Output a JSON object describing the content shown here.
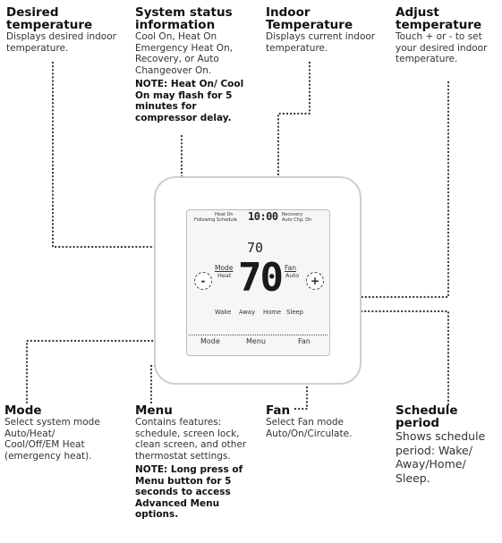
{
  "callouts": {
    "desired_temperature": {
      "title": "Desired temperature",
      "desc": "Displays desired indoor temperature."
    },
    "system_status": {
      "title": "System status information",
      "desc": "Cool On, Heat On Emergency Heat On, Recovery, or Auto Changeover On.",
      "note": "NOTE: Heat On/ Cool On may flash for 5 minutes for compressor delay."
    },
    "indoor_temperature": {
      "title": "Indoor Temperature",
      "desc": "Displays current indoor temperature."
    },
    "adjust_temperature": {
      "title": "Adjust temperature",
      "desc": "Touch + or - to set your desired indoor temperature."
    },
    "mode": {
      "title": "Mode",
      "desc": "Select system mode Auto/Heat/ Cool/Off/EM Heat (emergency heat)."
    },
    "menu": {
      "title": "Menu",
      "desc": "Contains features: schedule, screen lock, clean screen, and other thermostat settings.",
      "note": "NOTE: Long press of Menu button for 5 seconds to access Advanced Menu options."
    },
    "fan": {
      "title": "Fan",
      "desc": "Select Fan mode Auto/On/Circulate."
    },
    "schedule_period": {
      "title": "Schedule period",
      "desc": "Shows schedule period: Wake/ Away/Home/ Sleep."
    }
  },
  "display": {
    "heat_on": "Heat On",
    "following_schedule": "Following Schedule",
    "clock": "10:00",
    "recovery": "Recovery",
    "auto_chg_on": "Auto Chg. On",
    "setpoint": "70",
    "indoor_temp": "70",
    "mode_label": "Mode",
    "mode_value": "Heat",
    "fan_label": "Fan",
    "fan_value": "Auto",
    "minus": "-",
    "plus": "+",
    "schedule": [
      "Wake",
      "Away",
      "Home",
      "Sleep"
    ],
    "softkeys": {
      "mode": "Mode",
      "menu": "Menu",
      "fan": "Fan"
    }
  }
}
